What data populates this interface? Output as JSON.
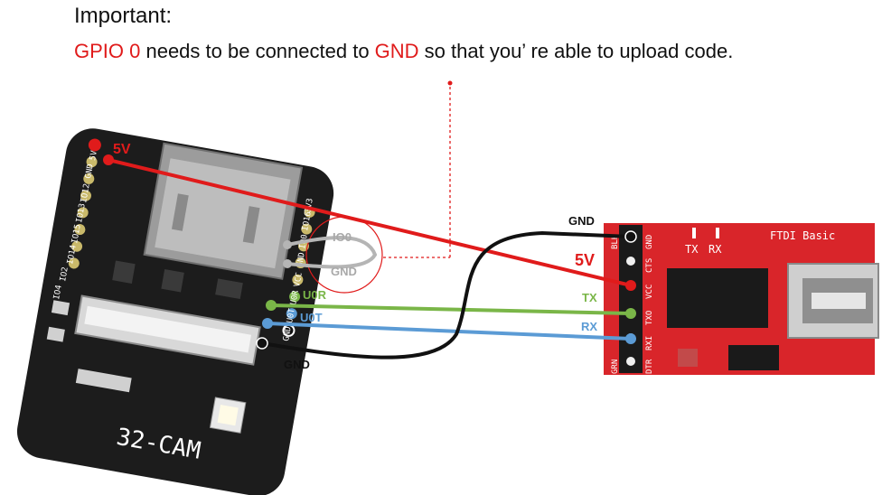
{
  "header": {
    "title": "Important:",
    "note_part1": "GPIO 0",
    "note_part2": " needs to be connected to ",
    "note_part3": "GND",
    "note_part4": " so that you’  re able to upload code."
  },
  "esp32": {
    "board_label": "32-CAM",
    "top_pins": [
      "5V",
      "GND",
      "IO12",
      "IO13",
      "IO15",
      "IO14",
      "IO2",
      "IO4"
    ],
    "side_pins": [
      "3V3",
      "IO16",
      "IO0",
      "GND",
      "VCC",
      "U0R",
      "U0T",
      "GND"
    ],
    "callout_io0": "IO0",
    "callout_gnd": "GND"
  },
  "ftdi": {
    "title": "FTDI Basic",
    "led_tx": "TX",
    "led_rx": "RX",
    "pins": [
      "BLK",
      "GND",
      "CTS",
      "VCC",
      "TXO",
      "RXI",
      "DTR",
      "GRN"
    ]
  },
  "wires": {
    "power": {
      "label": "5V",
      "color": "#e01b1b"
    },
    "tx": {
      "label": "U0R",
      "color": "#7ab648"
    },
    "rx": {
      "label": "U0T",
      "color": "#5b9bd5"
    },
    "gnd": {
      "label": "GND",
      "color": "#111111"
    }
  },
  "ftdi_labels": {
    "gnd": "GND",
    "power": "5V",
    "tx": "TX",
    "rx": "RX"
  },
  "colors": {
    "accent_red": "#e01b1b",
    "board_black": "#1c1c1c",
    "ftdi_red": "#d9252a",
    "jumper_gray": "#b5b5b5"
  }
}
